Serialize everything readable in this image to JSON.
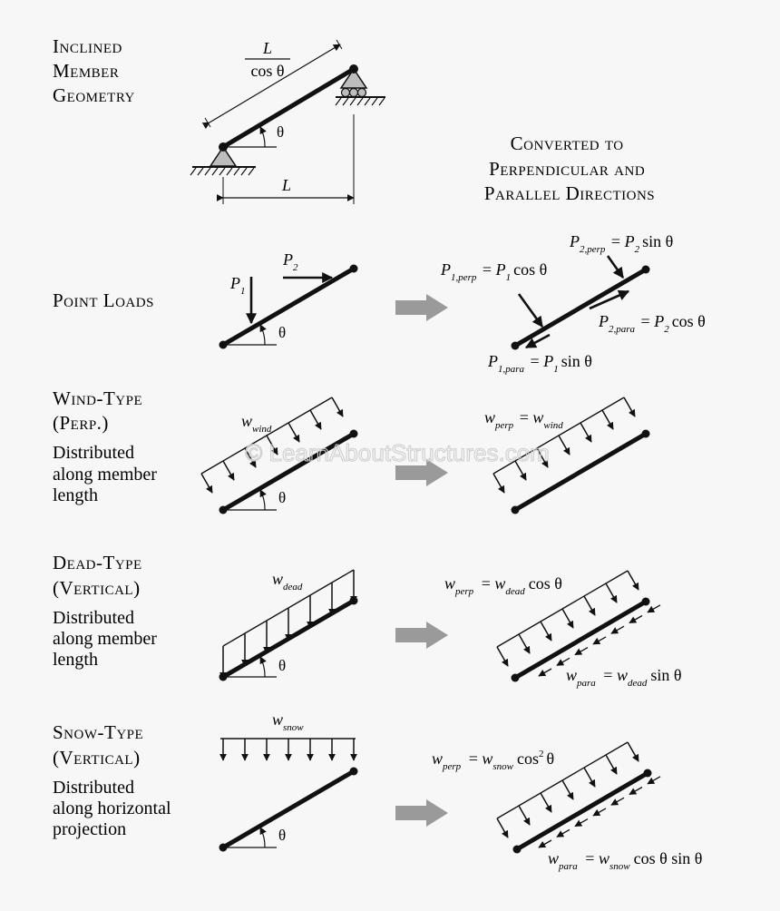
{
  "left_titles": {
    "geometry": [
      "Inclined",
      "Member",
      "Geometry"
    ],
    "point": [
      "Point Loads"
    ],
    "wind": [
      "Wind-Type",
      "(Perp.)"
    ],
    "dead": [
      "Dead-Type",
      "(Vertical)"
    ],
    "snow": [
      "Snow-Type",
      "(Vertical)"
    ]
  },
  "left_notes": {
    "wind": [
      "Distributed",
      "along member",
      "length"
    ],
    "dead": [
      "Distributed",
      "along member",
      "length"
    ],
    "snow": [
      "Distributed",
      "along horizontal",
      "projection"
    ]
  },
  "converted_heading": [
    "Converted to",
    "Perpendicular and",
    "Parallel Directions"
  ],
  "geometry": {
    "length_num": "L",
    "length_den": "cos θ",
    "horizontal": "L",
    "angle": "θ"
  },
  "point_loads": {
    "P1": "P",
    "P1_sub": "1",
    "P2": "P",
    "P2_sub": "2",
    "angle": "θ",
    "p2perp_lhs": "P",
    "p2perp_lhs_sub": "2,perp",
    "p2perp_rhs": "P",
    "p2perp_rhs_sub": "2",
    "p2perp_fn": "sin θ",
    "p1perp_lhs": "P",
    "p1perp_lhs_sub": "1,perp",
    "p1perp_rhs": "P",
    "p1perp_rhs_sub": "1",
    "p1perp_fn": "cos θ",
    "p2para_lhs": "P",
    "p2para_lhs_sub": "2,para",
    "p2para_rhs": "P",
    "p2para_rhs_sub": "2",
    "p2para_fn": "cos θ",
    "p1para_lhs": "P",
    "p1para_lhs_sub": "1,para",
    "p1para_rhs": "P",
    "p1para_rhs_sub": "1",
    "p1para_fn": "sin θ"
  },
  "wind": {
    "w": "w",
    "w_sub": "wind",
    "angle": "θ",
    "perp_lhs": "w",
    "perp_lhs_sub": "perp",
    "perp_rhs": "w",
    "perp_rhs_sub": "wind"
  },
  "dead": {
    "w": "w",
    "w_sub": "dead",
    "angle": "θ",
    "perp_lhs": "w",
    "perp_lhs_sub": "perp",
    "perp_rhs": "w",
    "perp_rhs_sub": "dead",
    "perp_fn": "cos θ",
    "para_lhs": "w",
    "para_lhs_sub": "para",
    "para_rhs": "w",
    "para_rhs_sub": "dead",
    "para_fn": "sin θ"
  },
  "snow": {
    "w": "w",
    "w_sub": "snow",
    "angle": "θ",
    "perp_lhs": "w",
    "perp_lhs_sub": "perp",
    "perp_rhs": "w",
    "perp_rhs_sub": "snow",
    "perp_fn": "cos",
    "perp_exp": "2",
    "perp_fn2": "θ",
    "para_lhs": "w",
    "para_lhs_sub": "para",
    "para_rhs": "w",
    "para_rhs_sub": "snow",
    "para_fn": "cos θ sin θ"
  },
  "watermark": "© LearnAboutStructures.com",
  "colors": {
    "ink": "#111111",
    "arrow_gray": "#9a9a9a",
    "support_gray": "#bdbdbd",
    "background": "#f7f7f7"
  }
}
